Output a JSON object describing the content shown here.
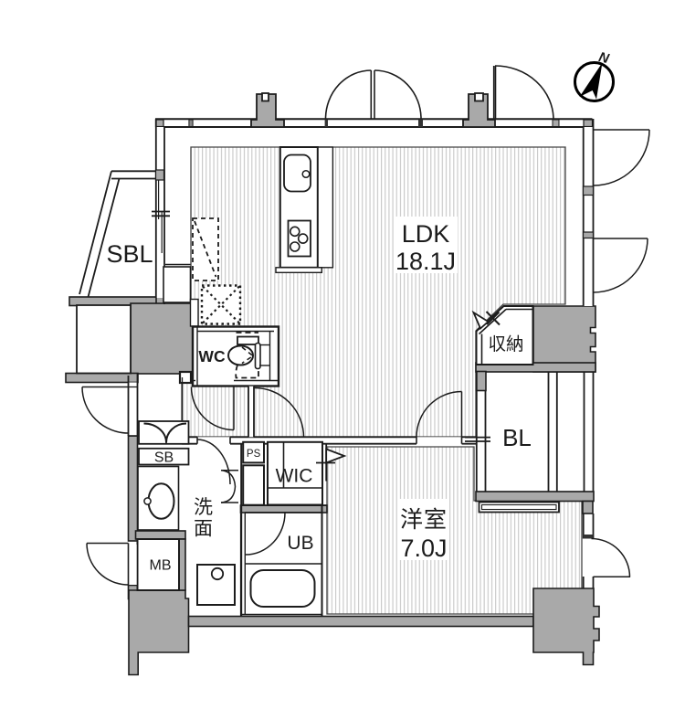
{
  "document": {
    "type": "apartment-floor-plan"
  },
  "colors": {
    "background": "#ffffff",
    "wall_fill": "#a9a9a9",
    "line": "#1c1c1c",
    "hatch_stripe": "#c9c9c9"
  },
  "compass": {
    "label": "N"
  },
  "rooms": {
    "ldk": {
      "label": "LDK",
      "area": "18.1J"
    },
    "bedroom": {
      "label": "洋室",
      "area": "7.0J"
    },
    "storage": {
      "label": "収納"
    },
    "balcony": {
      "label": "BL"
    },
    "sub_balcony": {
      "label": "SBL"
    },
    "walk_in_closet": {
      "label": "WIC"
    },
    "unit_bath": {
      "label": "UB"
    },
    "toilet": {
      "label": "WC"
    },
    "washroom": {
      "char1": "洗",
      "char2": "面"
    },
    "shoe_box": {
      "label": "SB"
    },
    "meter_box": {
      "label": "MB"
    },
    "pipe_space": {
      "label": "PS"
    }
  }
}
